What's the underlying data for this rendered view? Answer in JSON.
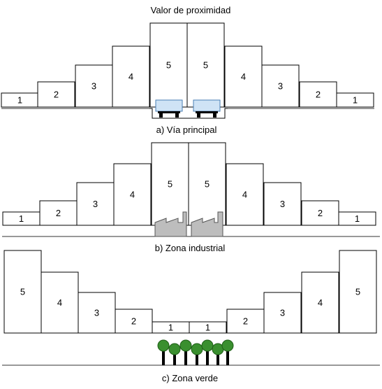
{
  "title": "Valor de proximidad",
  "panels": [
    {
      "caption": "a) Vía principal",
      "values": [
        1,
        2,
        3,
        4,
        5,
        5,
        4,
        3,
        2,
        1
      ],
      "feature": "road-with-cars-icon"
    },
    {
      "caption": "b) Zona industrial",
      "values": [
        1,
        2,
        3,
        4,
        5,
        5,
        4,
        3,
        2,
        1
      ],
      "feature": "factory-icon"
    },
    {
      "caption": "c) Zona verde",
      "values": [
        5,
        4,
        3,
        2,
        1,
        1,
        2,
        3,
        4,
        5
      ],
      "feature": "trees-icon"
    }
  ],
  "colors": {
    "factory": "#bdbdbd",
    "tree": "#3a8f2f",
    "car_window": "#cfe3f5"
  }
}
